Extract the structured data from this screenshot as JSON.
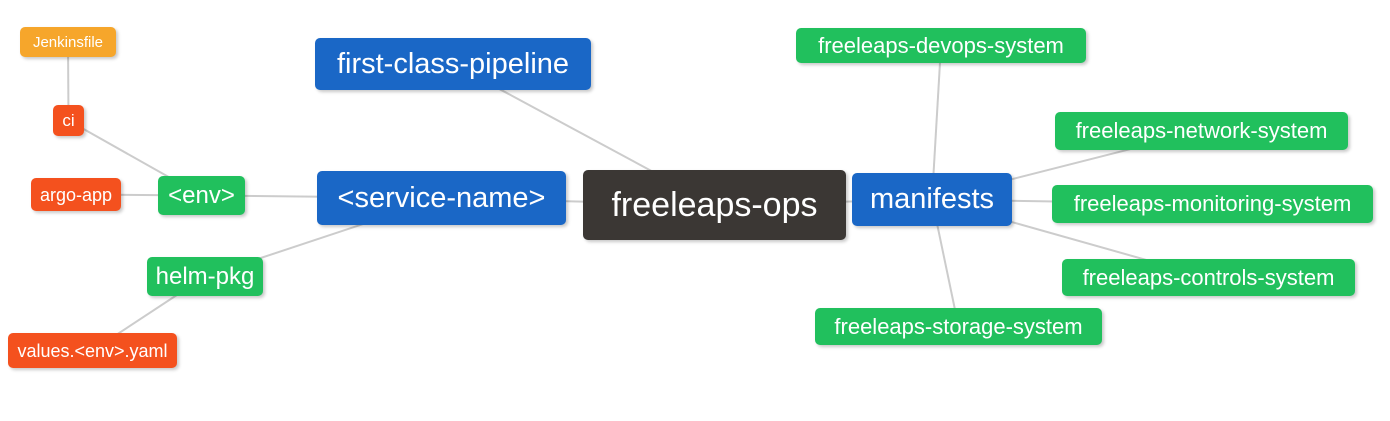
{
  "mindmap": {
    "palette": {
      "blue": "#1a67c6",
      "green": "#21c05d",
      "orange": "#f6a62b",
      "red": "#f4511e",
      "dark": "#3b3734",
      "edge": "#cccccc",
      "text": "#ffffff",
      "background": "#ffffff"
    },
    "nodes": {
      "freeleaps-ops": {
        "label": "freeleaps-ops",
        "color": "dark"
      },
      "first-class-pipeline": {
        "label": "first-class-pipeline",
        "color": "blue"
      },
      "service-name": {
        "label": "<service-name>",
        "color": "blue"
      },
      "manifests": {
        "label": "manifests",
        "color": "blue"
      },
      "env": {
        "label": "<env>",
        "color": "green"
      },
      "helm-pkg": {
        "label": "helm-pkg",
        "color": "green"
      },
      "jenkinsfile": {
        "label": "Jenkinsfile",
        "color": "orange"
      },
      "ci": {
        "label": "ci",
        "color": "red"
      },
      "argo-app": {
        "label": "argo-app",
        "color": "red"
      },
      "values-env-yaml": {
        "label": "values.<env>.yaml",
        "color": "red"
      },
      "devops-system": {
        "label": "freeleaps-devops-system",
        "color": "green"
      },
      "network-system": {
        "label": "freeleaps-network-system",
        "color": "green"
      },
      "monitoring-system": {
        "label": "freeleaps-monitoring-system",
        "color": "green"
      },
      "controls-system": {
        "label": "freeleaps-controls-system",
        "color": "green"
      },
      "storage-system": {
        "label": "freeleaps-storage-system",
        "color": "green"
      }
    },
    "edges": [
      {
        "from": "jenkinsfile",
        "to": "ci"
      },
      {
        "from": "ci",
        "to": "env"
      },
      {
        "from": "argo-app",
        "to": "env"
      },
      {
        "from": "env",
        "to": "service-name"
      },
      {
        "from": "service-name",
        "to": "helm-pkg"
      },
      {
        "from": "helm-pkg",
        "to": "values-env-yaml"
      },
      {
        "from": "first-class-pipeline",
        "to": "freeleaps-ops"
      },
      {
        "from": "service-name",
        "to": "freeleaps-ops"
      },
      {
        "from": "freeleaps-ops",
        "to": "manifests"
      },
      {
        "from": "manifests",
        "to": "devops-system"
      },
      {
        "from": "manifests",
        "to": "network-system"
      },
      {
        "from": "manifests",
        "to": "monitoring-system"
      },
      {
        "from": "manifests",
        "to": "controls-system"
      },
      {
        "from": "manifests",
        "to": "storage-system"
      }
    ]
  }
}
